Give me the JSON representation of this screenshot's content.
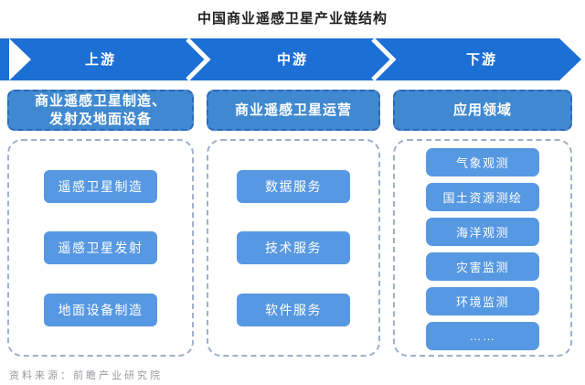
{
  "title": "中国商业遥感卫星产业链结构",
  "banner": {
    "segments": [
      {
        "label": "上游"
      },
      {
        "label": "中游"
      },
      {
        "label": "下游"
      }
    ]
  },
  "columns": [
    {
      "name": "upstream",
      "header_lines": [
        "商业遥感卫星制造、",
        "发射及地面设备"
      ],
      "items": [
        "遥感卫星制造",
        "遥感卫星发射",
        "地面设备制造"
      ]
    },
    {
      "name": "midstream",
      "header_lines": [
        "商业遥感卫星运营"
      ],
      "items": [
        "数据服务",
        "技术服务",
        "软件服务"
      ]
    },
    {
      "name": "downstream",
      "header_lines": [
        "应用领域"
      ],
      "items": [
        "气象观测",
        "国土资源测绘",
        "海洋观测",
        "灾害监测",
        "环境监测",
        "……"
      ]
    }
  ],
  "source": "资料来源：前瞻产业研究院",
  "colors": {
    "banner_blue": "#1c6fd4",
    "header_fill": "#4089d0",
    "header_border": "#2b68b5",
    "item_fill": "#5798e2",
    "container_border": "#9fb0ca",
    "title_color": "#1f1f1f",
    "source_color": "#9a9aa0",
    "chevron_white": "#ffffff",
    "bg": "#ffffff"
  }
}
